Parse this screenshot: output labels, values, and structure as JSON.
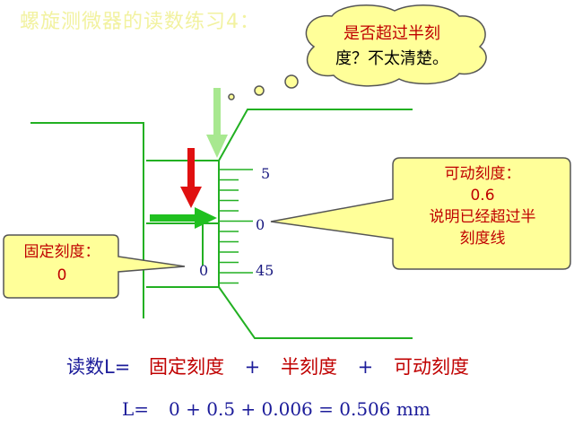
{
  "title": "螺旋测微器的读数练习4：",
  "thought_bubble": {
    "line1": "是否超过半刻",
    "line2": "度？不太清楚。"
  },
  "movable_callout": {
    "line1": "可动刻度：",
    "line2": "0.6",
    "line3": "说明已经超过半",
    "line4": "刻度线"
  },
  "fixed_callout": {
    "line1": "固定刻度：",
    "line2": "0"
  },
  "scale_labels": {
    "upper": "5",
    "middle": "0",
    "lower": "45",
    "fixed_zero": "0"
  },
  "formula": {
    "label": "读数L=",
    "fixed": "固定刻度",
    "plus1": "+",
    "half": "半刻度",
    "plus2": "+",
    "movable": "可动刻度"
  },
  "result": {
    "label": "L=",
    "expression": "0 + 0.5 + 0.006 = 0.506 mm"
  },
  "colors": {
    "outline": "#22b022",
    "red_arrow": "#e01010",
    "green_arrow": "#20c020",
    "light_green_arrow": "#a8e890",
    "bubble_fill": "#ffff99",
    "text_red": "#c00000",
    "text_blue": "#1c1c9a"
  },
  "icons": {
    "red_arrow": "arrow-down-icon",
    "green_arrow": "arrow-right-icon",
    "light_green_arrow": "arrow-down-icon"
  }
}
